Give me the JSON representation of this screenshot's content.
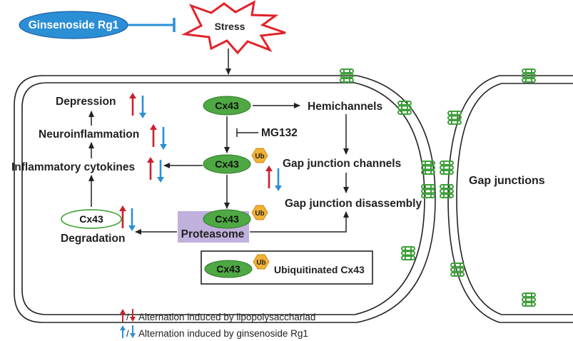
{
  "labels": {
    "ginsenoside": "Ginsenoside Rg1",
    "stress": "Stress",
    "cx43": "Cx43",
    "ub": "Ub",
    "mg132": "MG132",
    "hemichannels": "Hemichannels",
    "gap_junction_channels": "Gap junction channels",
    "gap_junction_disassembly": "Gap junction disassembly",
    "gap_junctions": "Gap junctions",
    "proteasome": "Proteasome",
    "depression": "Depression",
    "neuroinflammation": "Neuroinflammation",
    "inflammatory_cytokines": "Inflammatory cytokines",
    "degradation": "Degradation",
    "ubiquitinated_cx43": "Ubiquitinated Cx43"
  },
  "legend": {
    "lps": "Alternation induced by lipopolysacchariad",
    "rg1": "Alternation induced by ginsenoside Rg1"
  },
  "colors": {
    "rg1_blue": "#2b8fd6",
    "lps_red": "#cc1f2b",
    "cx43_green": "#4ea843",
    "ub_orange": "#f2b134",
    "proteasome_purple": "#bfb0dc",
    "stress_red": "#e3222a"
  }
}
